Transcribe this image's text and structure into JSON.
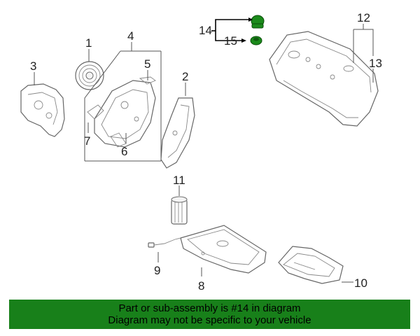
{
  "callouts": {
    "c1": "1",
    "c2": "2",
    "c3": "3",
    "c4": "4",
    "c5": "5",
    "c6": "6",
    "c7": "7",
    "c8": "8",
    "c9": "9",
    "c10": "10",
    "c11": "11",
    "c12": "12",
    "c13": "13",
    "c14": "14",
    "c15": "15"
  },
  "highlight_color": "#1b8a1b",
  "banner": {
    "color": "#18801a",
    "line1": "Part or sub-assembly is #14 in diagram",
    "line2": "Diagram may not be specific to your vehicle"
  }
}
